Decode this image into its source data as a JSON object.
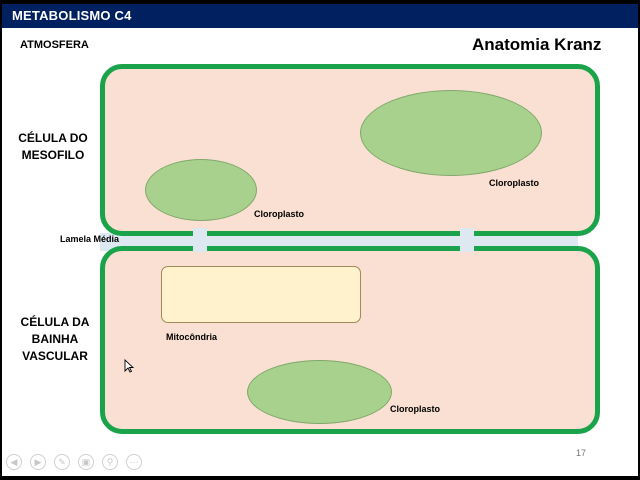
{
  "header": {
    "title": "METABOLISMO C4"
  },
  "labels": {
    "atmosphere": "ATMOSFERA",
    "anatomy": "Anatomia Kranz",
    "mesophyll_cell": "CÉLULA DO\nMESOFILO",
    "bundle_sheath_cell": "CÉLULA DA\nBAINHA\nVASCULAR",
    "middle_lamella": "Lamela Média",
    "chloroplast_large": "Cloroplasto",
    "chloroplast_small": "Cloroplasto",
    "mitochondria": "Mitocôndria",
    "chloroplast_vascular": "Cloroplasto"
  },
  "footer": {
    "page_number": "17"
  },
  "colors": {
    "header_bg": "#002060",
    "cell_fill": "#fae0d2",
    "cell_border": "#1aa34a",
    "chloroplast": "#a9d18e",
    "mitochondria": "#fff2cc",
    "lamella": "#dde8f0"
  },
  "controls": [
    {
      "icon": "back-arrow-icon",
      "glyph": "◀"
    },
    {
      "icon": "forward-arrow-icon",
      "glyph": "▶"
    },
    {
      "icon": "pen-icon",
      "glyph": "✎"
    },
    {
      "icon": "slides-icon",
      "glyph": "▣"
    },
    {
      "icon": "zoom-icon",
      "glyph": "⚲"
    },
    {
      "icon": "more-icon",
      "glyph": "⋯"
    }
  ]
}
